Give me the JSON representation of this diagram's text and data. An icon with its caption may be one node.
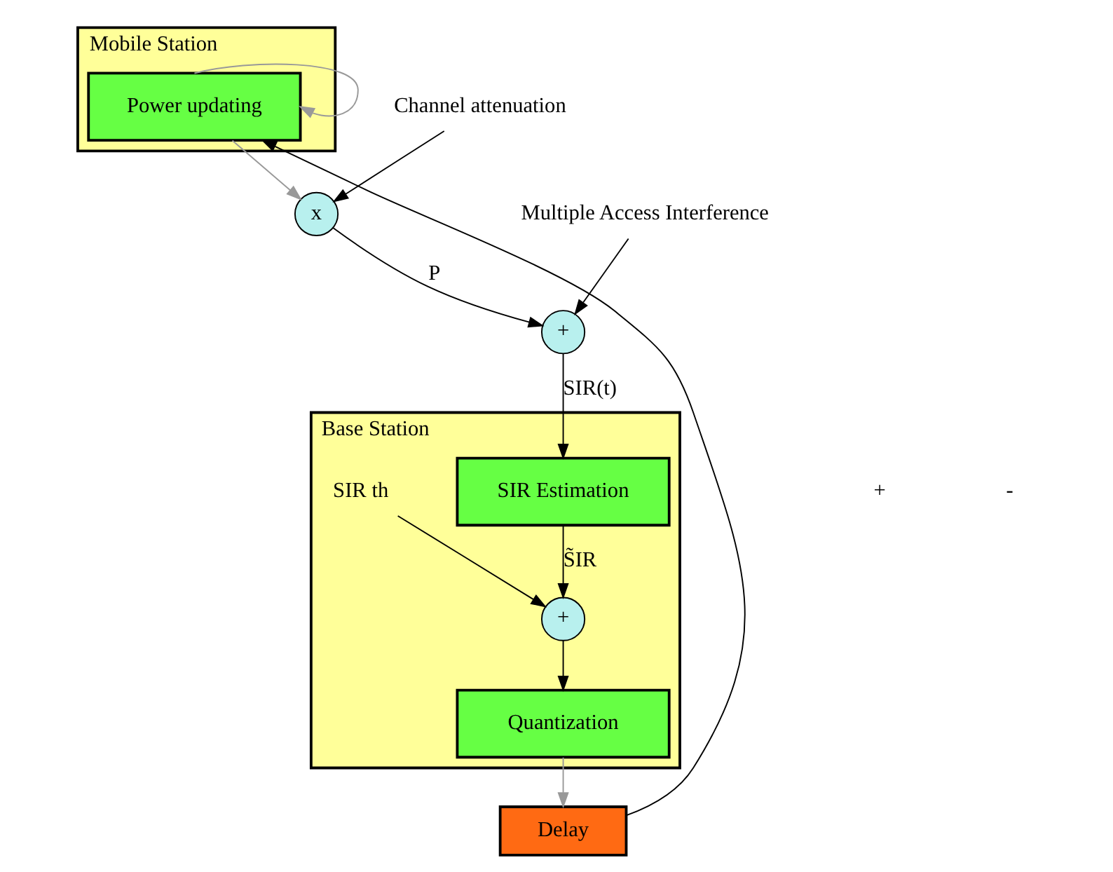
{
  "diagram": {
    "nodes": [
      {
        "text": [
          "Mobile Station"
        ]
      },
      {
        "text": [
          "Power updating"
        ],
        "in": 0
      },
      {
        "text": [
          "x"
        ]
      },
      {
        "text": [
          "+"
        ]
      },
      {
        "text": [
          "Base Station"
        ]
      },
      {
        "text": [
          "SIR Estimation"
        ],
        "in": 4
      },
      {
        "text": [
          "+"
        ],
        "in": 4
      },
      {
        "text": [
          "Quantization"
        ],
        "in": 4
      },
      {
        "text": [
          "Delay"
        ]
      },
      {
        "text": [
          "Channel attenuation"
        ]
      },
      {
        "text": [
          "Multiple Access Interference"
        ]
      },
      {
        "text": [
          "SIR th"
        ],
        "in": 4
      }
    ],
    "edges": [
      {
        "from": 1,
        "to": 2,
        "arrow": "to",
        "color": "#999999"
      },
      {
        "from": 1,
        "to": 1,
        "arrow": "to",
        "color": "#999999"
      },
      {
        "from": 9,
        "to": 2,
        "arrow": "to"
      },
      {
        "from": 2,
        "to": 3,
        "arrow": "to",
        "label": "P"
      },
      {
        "from": 10,
        "to": 3,
        "arrow": "to"
      },
      {
        "from": 3,
        "to": 5,
        "arrow": "to",
        "label": "SIR(t)"
      },
      {
        "from": 5,
        "to": 6,
        "arrow": "to",
        "label": "S̃IR"
      },
      {
        "from": 11,
        "to": 6,
        "arrow": "to"
      },
      {
        "from": 6,
        "to": 7,
        "arrow": "to"
      },
      {
        "from": 7,
        "to": 8,
        "arrow": "to",
        "color": "#999999"
      },
      {
        "from": 8,
        "to": 1,
        "arrow": "to"
      }
    ],
    "labels": [
      "+",
      "-"
    ]
  }
}
